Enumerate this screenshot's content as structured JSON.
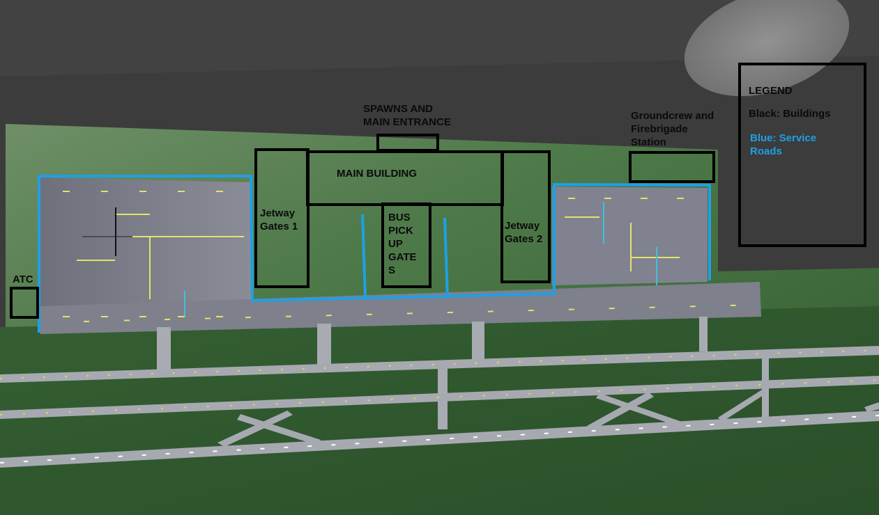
{
  "labels": {
    "spawns": "SPAWNS AND\nMAIN ENTRANCE",
    "main_building": "MAIN BUILDING",
    "groundcrew": "Groundcrew and\nFirebrigade\nStation",
    "jetway1": "Jetway\nGates 1",
    "jetway2": "Jetway\nGates 2",
    "bus": "BUS\nPICK\nUP\nGATE\nS",
    "atc": "ATC"
  },
  "legend": {
    "title": "LEGEND",
    "black": "Black: Buildings",
    "blue": "Blue:  Service\nRoads"
  },
  "colors": {
    "sky": "#3d3d3d",
    "grass": "#3e6a3a",
    "apron": "#7c7e8c",
    "taxiway": "#a3a5ad",
    "building_outline": "#000000",
    "service_road": "#1ea0e6",
    "moon": "#8e8e8e"
  }
}
